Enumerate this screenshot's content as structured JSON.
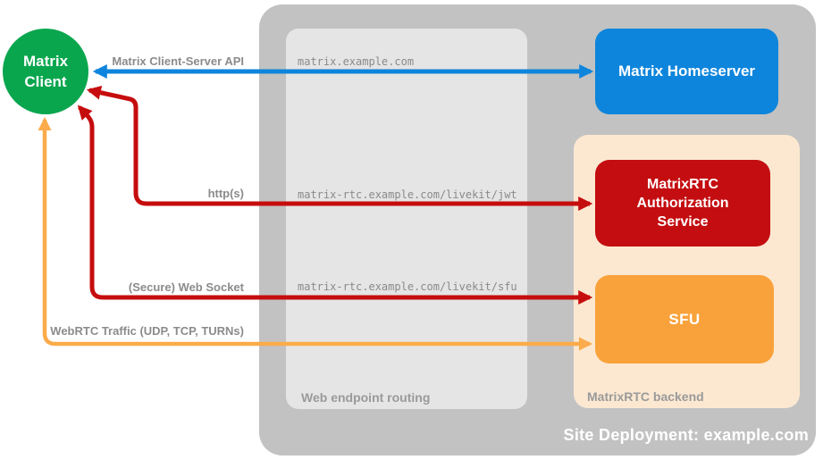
{
  "title": "MatrixRTC site deployment diagram",
  "colors": {
    "client_green": "#09a64e",
    "homeserver_blue": "#0e85dc",
    "auth_red": "#c40d10",
    "sfu_orange": "#f9a23b",
    "arrow_red": "#c60d0e",
    "arrow_orange": "#fbab4b",
    "backend_peach": "#fce8d1",
    "site_gray": "#c2c2c2",
    "routing_gray": "#e5e5e5",
    "label_gray": "#8b8b8b"
  },
  "nodes": {
    "matrix_client": "Matrix Client",
    "matrix_homeserver": "Matrix Homeserver",
    "auth_service": "MatrixRTC Authorization Service",
    "sfu": "SFU"
  },
  "containers": {
    "site_deployment": "Site Deployment: example.com",
    "web_endpoint_routing": "Web endpoint routing",
    "matrixrtc_backend": "MatrixRTC backend"
  },
  "arrows": {
    "client_server_api": "Matrix Client-Server API",
    "https": "http(s)",
    "websocket": "(Secure) Web Socket",
    "webrtc": "WebRTC Traffic (UDP, TCP, TURNs)"
  },
  "endpoints": {
    "homeserver": "matrix.example.com",
    "jwt": "matrix-rtc.example.com/livekit/jwt",
    "sfu": "matrix-rtc.example.com/livekit/sfu"
  }
}
